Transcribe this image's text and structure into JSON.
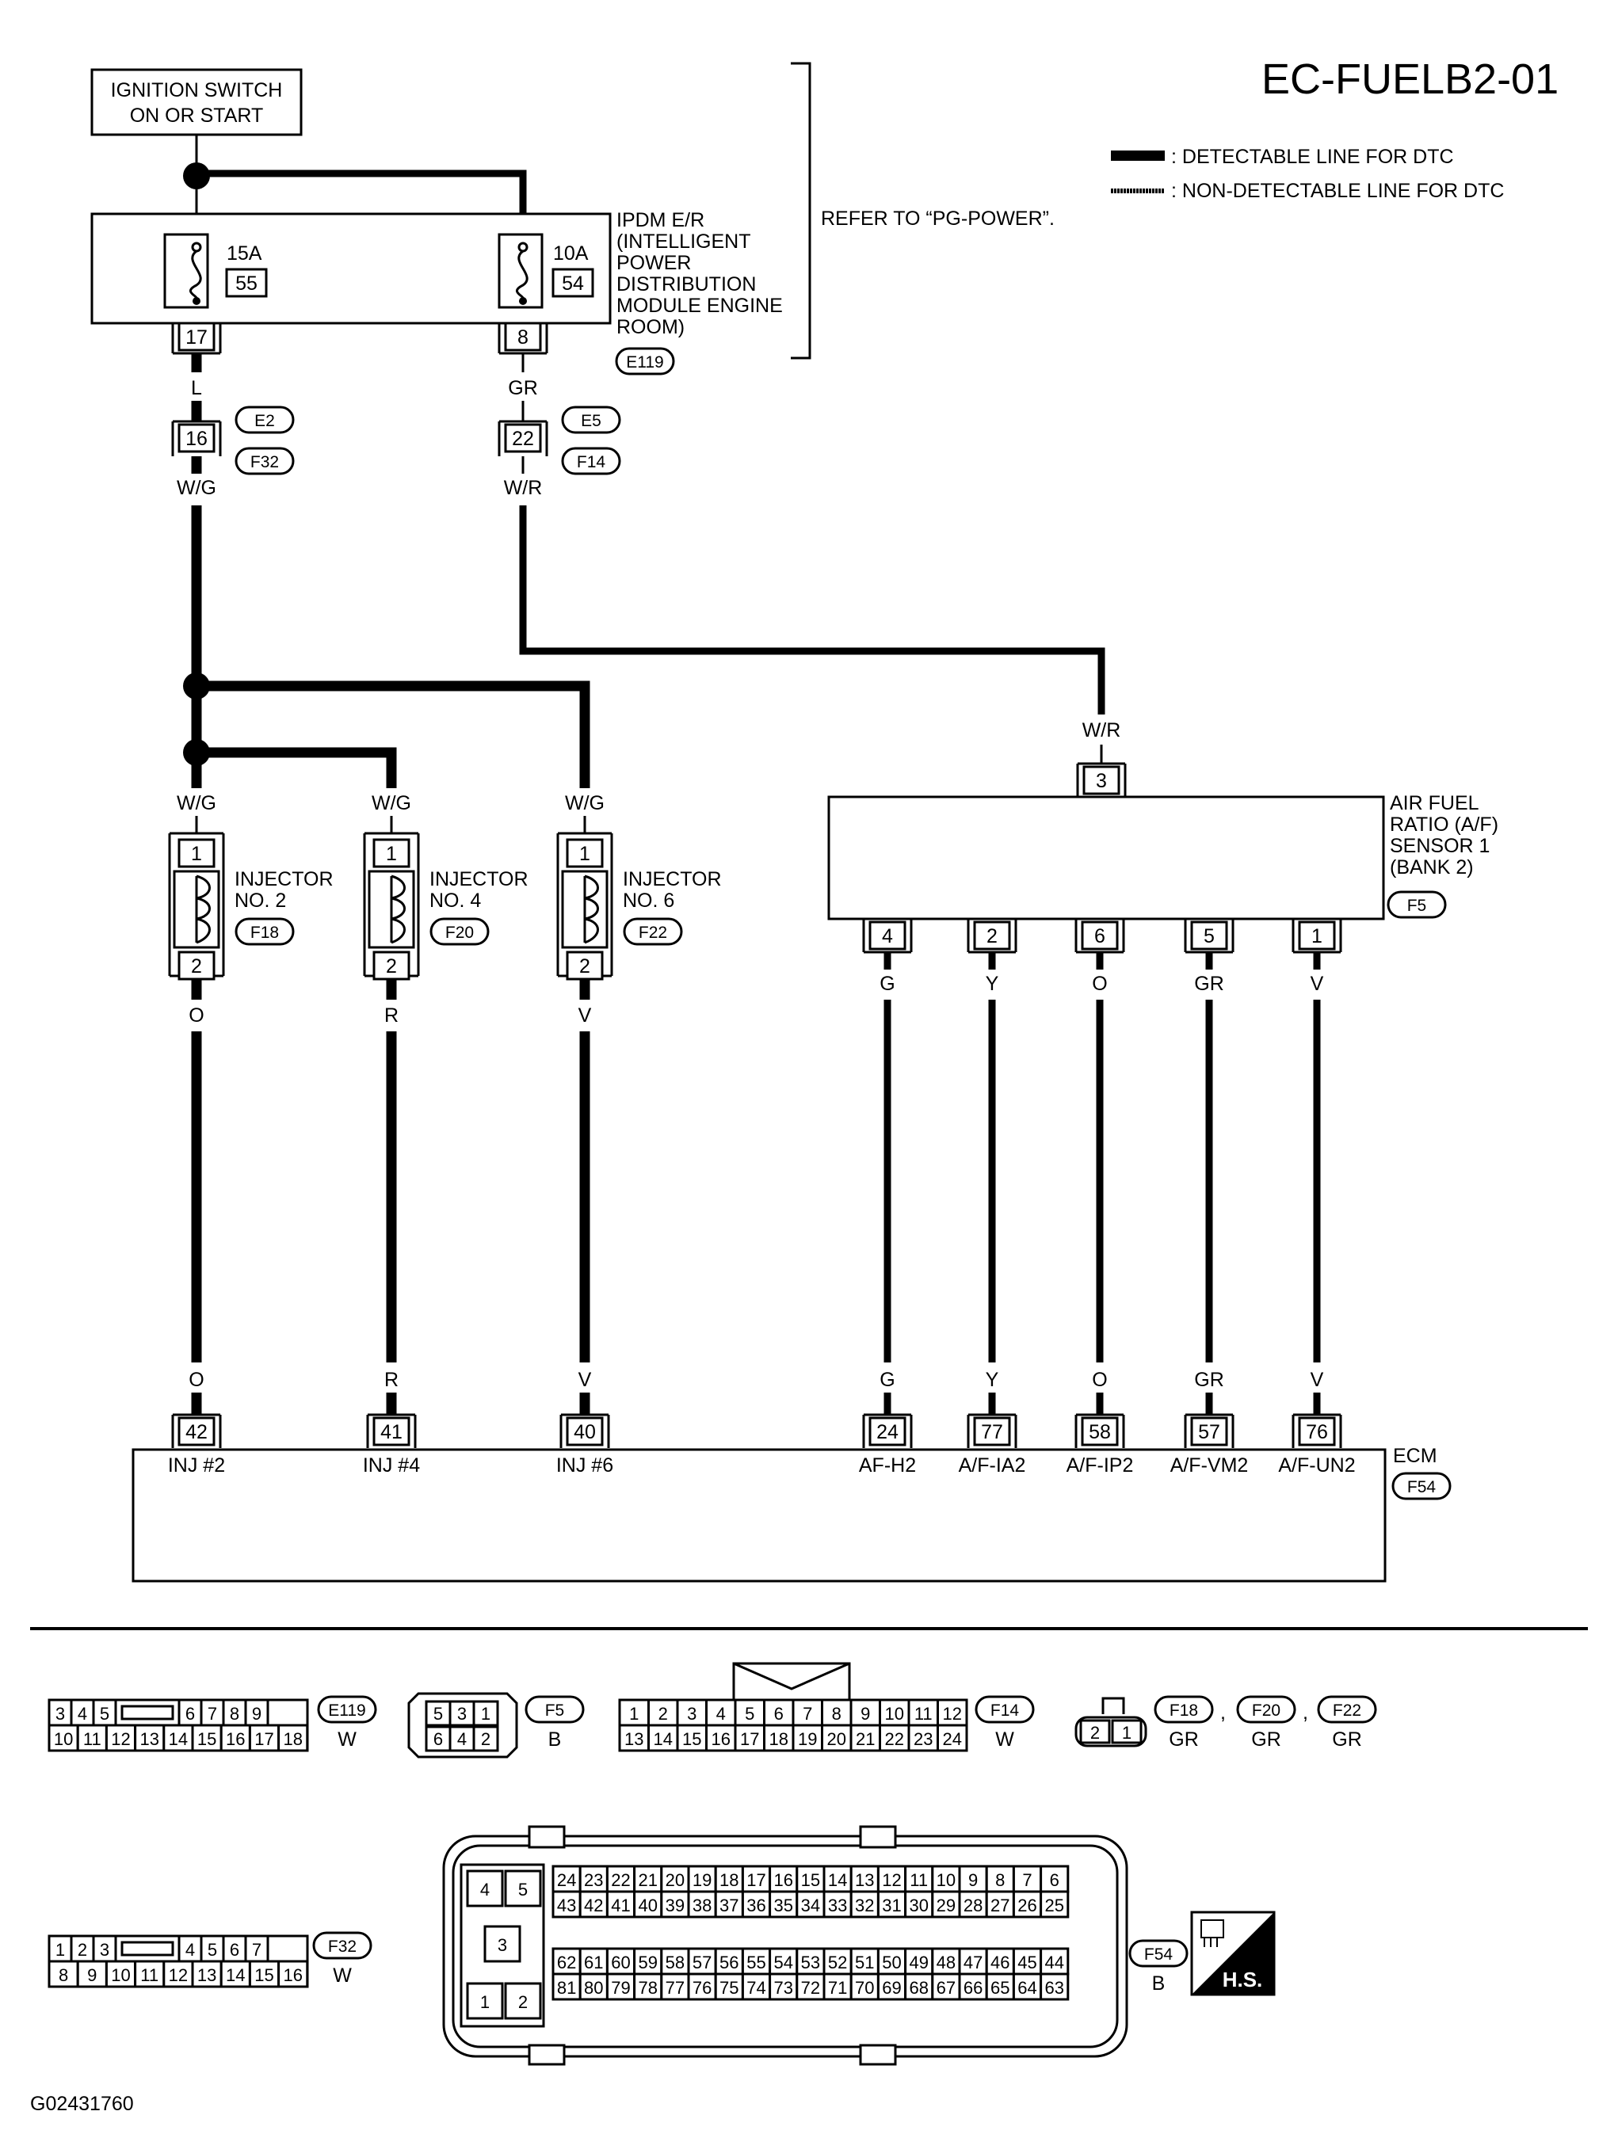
{
  "title": "EC-FUELB2-01",
  "figure_id": "G02431760",
  "legend": {
    "detectable": ": DETECTABLE LINE FOR DTC",
    "non_detectable": ": NON-DETECTABLE LINE FOR DTC"
  },
  "ignition_switch": [
    "IGNITION SWITCH",
    "ON OR START"
  ],
  "refer_note": "REFER TO “PG-POWER”.",
  "ipdm": {
    "label_lines": [
      "IPDM E/R",
      "(INTELLIGENT",
      "POWER",
      "DISTRIBUTION",
      "MODULE ENGINE",
      "ROOM)"
    ],
    "connector": "E119",
    "fuse1": {
      "rating": "15A",
      "number": "55",
      "pin": "17"
    },
    "fuse2": {
      "rating": "10A",
      "number": "54",
      "pin": "8"
    }
  },
  "joints": {
    "j1": {
      "top_color": "L",
      "pin": "16",
      "conn_a": "E2",
      "conn_b": "F32",
      "bottom_color": "W/G"
    },
    "j2": {
      "top_color": "GR",
      "pin": "22",
      "conn_a": "E5",
      "conn_b": "F14",
      "bottom_color": "W/R"
    }
  },
  "af_sensor_feed_color": "W/R",
  "af_sensor": {
    "label_lines": [
      "AIR FUEL",
      "RATIO (A/F)",
      "SENSOR 1",
      "(BANK 2)"
    ],
    "connector": "F5",
    "top_pin": "3",
    "pins": [
      {
        "pin": "4",
        "color": "G"
      },
      {
        "pin": "2",
        "color": "Y"
      },
      {
        "pin": "6",
        "color": "O"
      },
      {
        "pin": "5",
        "color": "GR"
      },
      {
        "pin": "1",
        "color": "V"
      }
    ]
  },
  "injectors": [
    {
      "in_color": "W/G",
      "label_lines": [
        "INJECTOR",
        "NO. 2"
      ],
      "connector": "F18",
      "pin_top": "1",
      "pin_bottom": "2",
      "out_color": "O"
    },
    {
      "in_color": "W/G",
      "label_lines": [
        "INJECTOR",
        "NO. 4"
      ],
      "connector": "F20",
      "pin_top": "1",
      "pin_bottom": "2",
      "out_color": "R"
    },
    {
      "in_color": "W/G",
      "label_lines": [
        "INJECTOR",
        "NO. 6"
      ],
      "connector": "F22",
      "pin_top": "1",
      "pin_bottom": "2",
      "out_color": "V"
    }
  ],
  "ecm": {
    "label": "ECM",
    "connector": "F54",
    "terminals": [
      {
        "color": "O",
        "pin": "42",
        "name": "INJ #2"
      },
      {
        "color": "R",
        "pin": "41",
        "name": "INJ #4"
      },
      {
        "color": "V",
        "pin": "40",
        "name": "INJ #6"
      },
      {
        "color": "G",
        "pin": "24",
        "name": "AF-H2"
      },
      {
        "color": "Y",
        "pin": "77",
        "name": "A/F-IA2"
      },
      {
        "color": "O",
        "pin": "58",
        "name": "A/F-IP2"
      },
      {
        "color": "GR",
        "pin": "57",
        "name": "A/F-VM2"
      },
      {
        "color": "V",
        "pin": "76",
        "name": "A/F-UN2"
      }
    ]
  },
  "connector_views": {
    "e119": {
      "id": "E119",
      "color": "W",
      "row1": [
        "3",
        "4",
        "5",
        "",
        "6",
        "7",
        "8",
        "9"
      ],
      "row2": [
        "10",
        "11",
        "12",
        "13",
        "14",
        "15",
        "16",
        "17",
        "18"
      ]
    },
    "f5": {
      "id": "F5",
      "color": "B",
      "row1": [
        "5",
        "3",
        "1"
      ],
      "row2": [
        "6",
        "4",
        "2"
      ]
    },
    "f14": {
      "id": "F14",
      "color": "W",
      "row1": [
        "1",
        "2",
        "3",
        "4",
        "5",
        "6",
        "7",
        "8",
        "9",
        "10",
        "11",
        "12"
      ],
      "row2": [
        "13",
        "14",
        "15",
        "16",
        "17",
        "18",
        "19",
        "20",
        "21",
        "22",
        "23",
        "24"
      ]
    },
    "f18": {
      "ids": [
        "F18",
        "F20",
        "F22"
      ],
      "colors": [
        "GR",
        "GR",
        "GR"
      ],
      "pins": [
        "2",
        "1"
      ],
      "sep": ","
    },
    "f32": {
      "id": "F32",
      "color": "W",
      "row1": [
        "1",
        "2",
        "3",
        "",
        "4",
        "5",
        "6",
        "7"
      ],
      "row2": [
        "8",
        "9",
        "10",
        "11",
        "12",
        "13",
        "14",
        "15",
        "16"
      ]
    },
    "f54": {
      "id": "F54",
      "color": "B",
      "left_pins": [
        "4",
        "5",
        "3",
        "1",
        "2"
      ],
      "row1": [
        "24",
        "23",
        "22",
        "21",
        "20",
        "19",
        "18",
        "17",
        "16",
        "15",
        "14",
        "13",
        "12",
        "11",
        "10",
        "9",
        "8",
        "7",
        "6"
      ],
      "row2": [
        "43",
        "42",
        "41",
        "40",
        "39",
        "38",
        "37",
        "36",
        "35",
        "34",
        "33",
        "32",
        "31",
        "30",
        "29",
        "28",
        "27",
        "26",
        "25"
      ],
      "row3": [
        "62",
        "61",
        "60",
        "59",
        "58",
        "57",
        "56",
        "55",
        "54",
        "53",
        "52",
        "51",
        "50",
        "49",
        "48",
        "47",
        "46",
        "45",
        "44"
      ],
      "row4": [
        "81",
        "80",
        "79",
        "78",
        "77",
        "76",
        "75",
        "74",
        "73",
        "72",
        "71",
        "70",
        "69",
        "68",
        "67",
        "66",
        "65",
        "64",
        "63"
      ]
    },
    "hs_label": "H.S."
  }
}
